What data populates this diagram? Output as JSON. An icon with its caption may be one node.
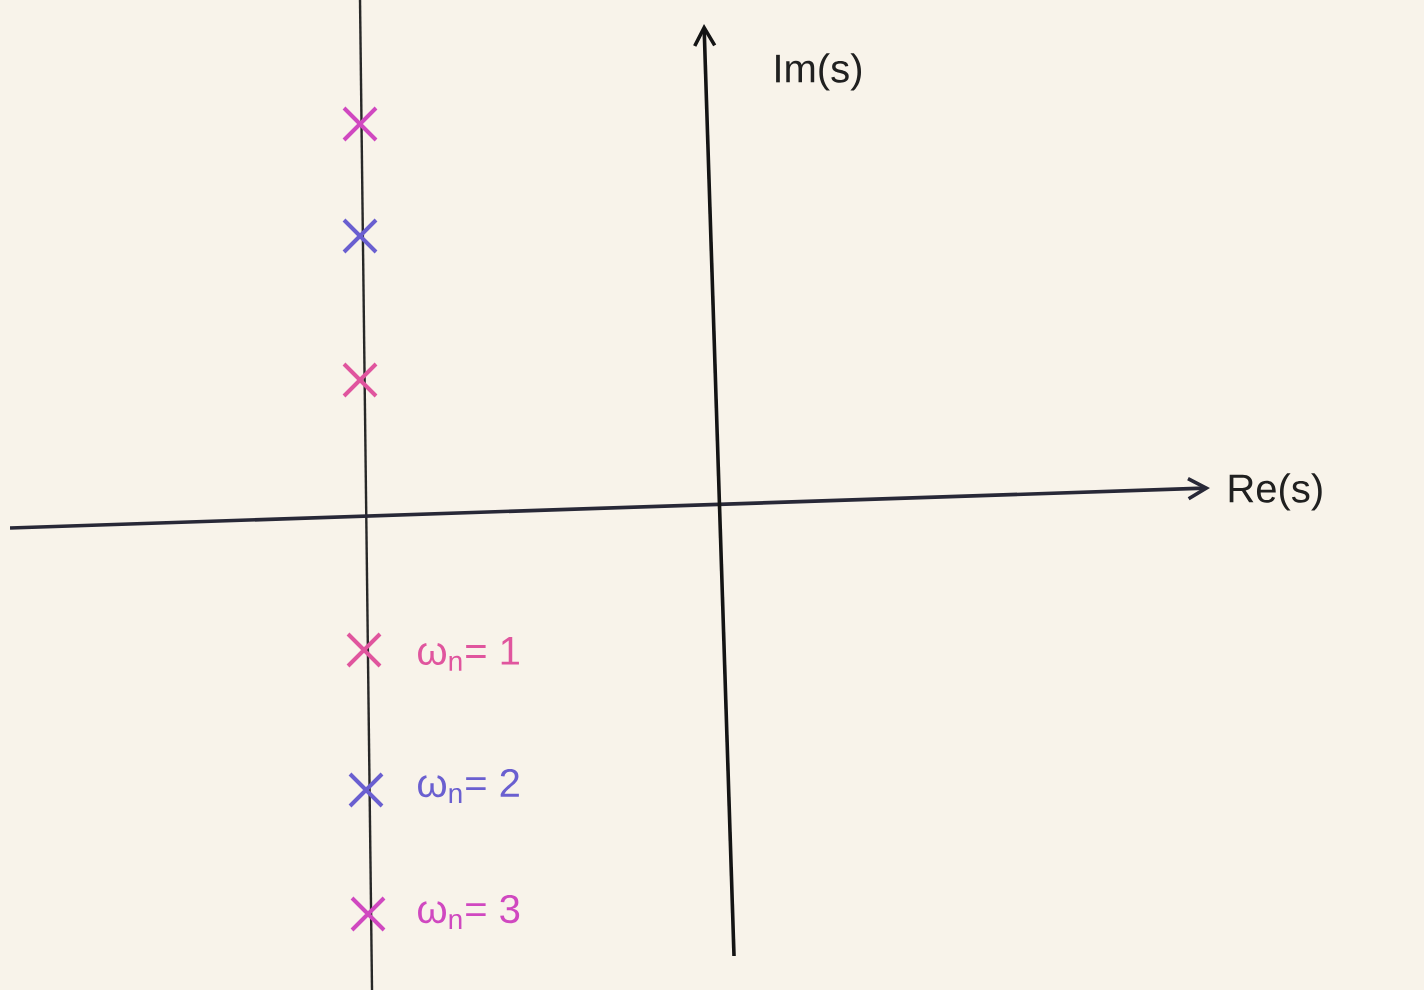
{
  "diagram": {
    "labels": [
      "Im(s)",
      "Re(s)",
      "ω$_{n}$= 1",
      "ω$_{n}$= 2",
      "ω$_{n}$= 3"
    ]
  }
}
